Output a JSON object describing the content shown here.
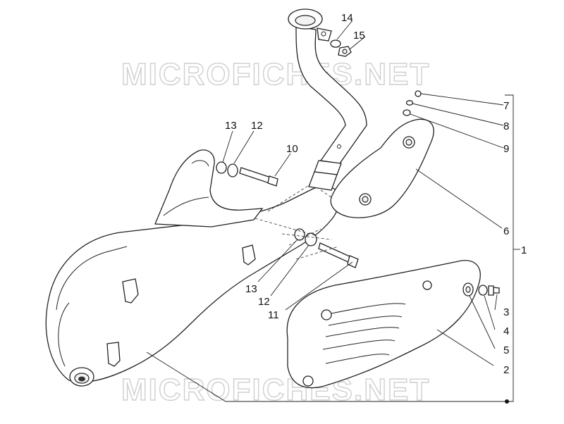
{
  "watermark": {
    "top": "MICROFICHES.NET",
    "bottom": "MICROFICHES.NET"
  },
  "callouts": {
    "c1": "1",
    "c2": "2",
    "c3": "3",
    "c4": "4",
    "c5": "5",
    "c6": "6",
    "c7": "7",
    "c8": "8",
    "c9": "9",
    "c10": "10",
    "c11": "11",
    "c12_upper": "12",
    "c12_lower": "12",
    "c13_upper": "13",
    "c13_lower": "13",
    "c14": "14",
    "c15": "15"
  }
}
